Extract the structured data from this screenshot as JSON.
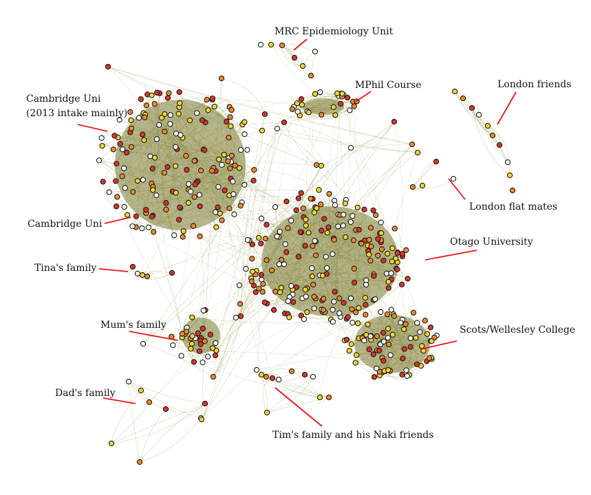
{
  "diagram": {
    "type": "social-network-graph",
    "colors": {
      "edge": "#8a8a3c",
      "hub_fill": "#7a7a2e",
      "node_stroke": "#1a1a1a",
      "callout_line": "#e8141a",
      "label_text": "#111111",
      "node_palette": {
        "red": "#d8352a",
        "orange": "#ef8a2a",
        "yellow": "#f1d630",
        "white": "#ffffff"
      }
    },
    "clusters": [
      {
        "id": "cambridge-2013",
        "label_lines": [
          "Cambridge Uni",
          "(2013 intake mainly)"
        ]
      },
      {
        "id": "cambridge",
        "label_lines": [
          "Cambridge Uni"
        ]
      },
      {
        "id": "tina",
        "label_lines": [
          "Tina's family"
        ]
      },
      {
        "id": "mrc",
        "label_lines": [
          "MRC Epidemiology Unit"
        ]
      },
      {
        "id": "mphil",
        "label_lines": [
          "MPhil Course"
        ]
      },
      {
        "id": "london-friends",
        "label_lines": [
          "London friends"
        ]
      },
      {
        "id": "london-flatmates",
        "label_lines": [
          "London flat mates"
        ]
      },
      {
        "id": "otago",
        "label_lines": [
          "Otago University"
        ]
      },
      {
        "id": "scots",
        "label_lines": [
          "Scots/Wellesley College"
        ]
      },
      {
        "id": "mum",
        "label_lines": [
          "Mum's family"
        ]
      },
      {
        "id": "dad",
        "label_lines": [
          "Dad's family"
        ]
      },
      {
        "id": "tim",
        "label_lines": [
          "Tim's family and his Naki friends"
        ]
      }
    ]
  }
}
